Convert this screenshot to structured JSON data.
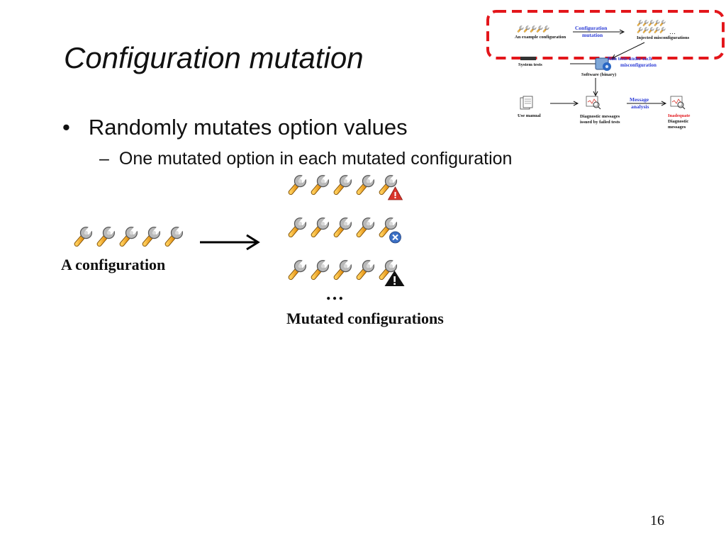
{
  "slide": {
    "title": "Configuration mutation",
    "bullet_symbol": "•",
    "bullet": "Randomly mutates option values",
    "sub_bullet_symbol": "–",
    "sub_bullet": "One mutated option in each mutated configuration",
    "page_number": "16"
  },
  "diagram": {
    "source_label": "A configuration",
    "target_label": "Mutated configurations",
    "ellipsis": "…",
    "source_wrench_count": 5,
    "mutated_rows": [
      {
        "wrench_count": 5,
        "badge": "warning-icon"
      },
      {
        "wrench_count": 5,
        "badge": "error-x-icon"
      },
      {
        "wrench_count": 5,
        "badge": "large-warning-icon"
      }
    ]
  },
  "overview": {
    "example_configuration": "An example configuration",
    "configuration_mutation_1": "Configuration",
    "configuration_mutation_2": "mutation",
    "injected_misconfigurations": "Injected misconfigurations",
    "ellipsis": "…",
    "system_tests": "System tests",
    "run_tests_1": "Run tests under each",
    "run_tests_2": "misconfiguration",
    "software_binary": "Software (binary)",
    "use_manual": "Use manual",
    "diagnostic_messages_1": "Diagnostic messages",
    "diagnostic_messages_2": "issued by failed tests",
    "message_analysis_1": "Message",
    "message_analysis_2": "analysis",
    "inadequate": "Inadequate",
    "inadequate_2": "Diagnostic",
    "inadequate_3": "messages",
    "highlight_color": "#e3161b",
    "label_blue": "#2b3bd6",
    "label_red": "#e3161b"
  },
  "colors": {
    "wrench_gray": "#9a9a9a",
    "wrench_orange": "#f5a623",
    "warning_red": "#d9342b",
    "error_blue": "#3b6fc4"
  }
}
